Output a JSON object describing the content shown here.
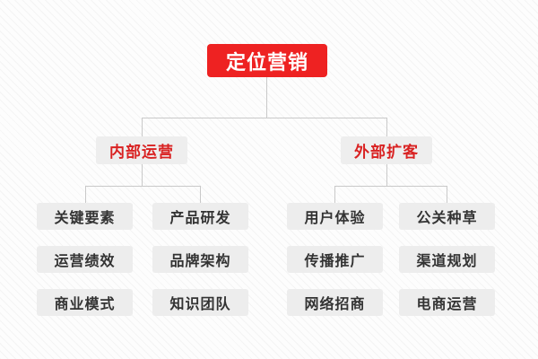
{
  "diagram": {
    "type": "org-chart",
    "title": "定位营销",
    "background_color": "#fdfdfd",
    "accent_color": "#ee2222",
    "line_color": "#c9c9c9",
    "root": {
      "label": "定位营销",
      "text_color": "#ffffff",
      "box_color": "#ee2222"
    },
    "branches": [
      {
        "label": "内部运营",
        "text_color": "#d92222",
        "box_color": "#eeeeee",
        "columns": [
          {
            "items": [
              {
                "label": "关键要素"
              },
              {
                "label": "运营绩效"
              },
              {
                "label": "商业模式"
              }
            ]
          },
          {
            "items": [
              {
                "label": "产品研发"
              },
              {
                "label": "品牌架构"
              },
              {
                "label": "知识团队"
              }
            ]
          }
        ]
      },
      {
        "label": "外部扩客",
        "text_color": "#d92222",
        "box_color": "#eeeeee",
        "columns": [
          {
            "items": [
              {
                "label": "用户体验"
              },
              {
                "label": "传播推广"
              },
              {
                "label": "网络招商"
              }
            ]
          },
          {
            "items": [
              {
                "label": "公关种草"
              },
              {
                "label": "渠道规划"
              },
              {
                "label": "电商运营"
              }
            ]
          }
        ]
      }
    ]
  }
}
